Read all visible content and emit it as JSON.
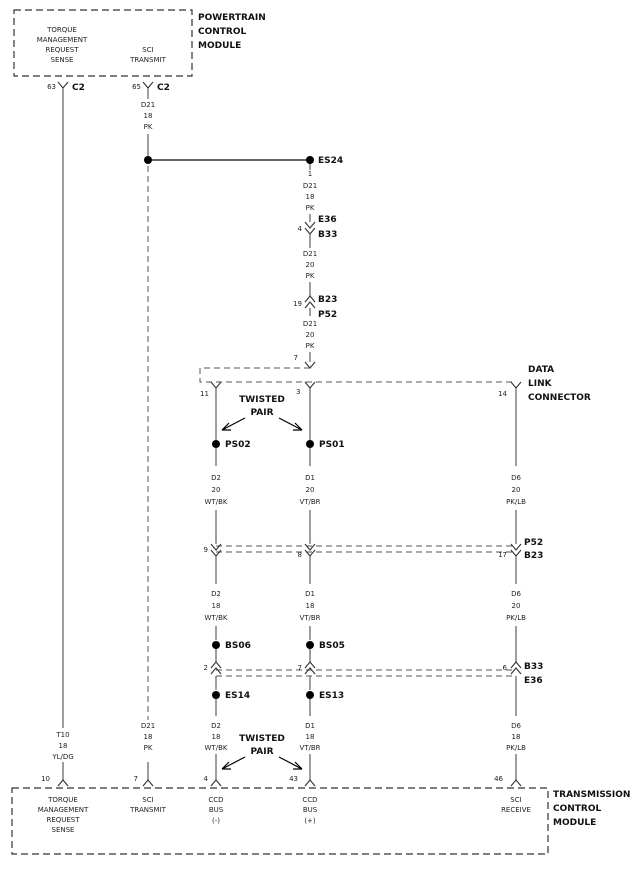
{
  "pcm": {
    "title": [
      "POWERTRAIN",
      "CONTROL",
      "MODULE"
    ],
    "torque_label": [
      "TORQUE",
      "MANAGEMENT",
      "REQUEST",
      "SENSE"
    ],
    "sci_label": [
      "SCI",
      "TRANSMIT"
    ],
    "pin_63": "63",
    "pin_65": "65",
    "conn_c2a": "C2",
    "conn_c2b": "C2",
    "wire_sci": [
      "D21",
      "18",
      "PK"
    ]
  },
  "splice_es24": "ES24",
  "upper_chain": {
    "pin_1": "1",
    "w1": [
      "D21",
      "18",
      "PK"
    ],
    "pin_4": "4",
    "conn_e36": "E36",
    "conn_b33": "B33",
    "w2": [
      "D21",
      "20",
      "PK"
    ],
    "pin_19": "19",
    "conn_b23": "B23",
    "conn_p52": "P52",
    "w3": [
      "D21",
      "20",
      "PK"
    ],
    "pin_7": "7"
  },
  "dlc": {
    "title": [
      "DATA",
      "LINK",
      "CONNECTOR"
    ],
    "pin_11": "11",
    "pin_3": "3",
    "pin_14": "14"
  },
  "twisted_pair_top": [
    "TWISTED",
    "PAIR"
  ],
  "twisted_pair_bottom": [
    "TWISTED",
    "PAIR"
  ],
  "splices": {
    "ps02": "PS02",
    "ps01": "PS01",
    "bs06": "BS06",
    "bs05": "BS05",
    "es14": "ES14",
    "es13": "ES13"
  },
  "wires": {
    "d2_a": [
      "D2",
      "20",
      "WT/BK"
    ],
    "d1_a": [
      "D1",
      "20",
      "VT/BR"
    ],
    "d6_a": [
      "D6",
      "20",
      "PK/LB"
    ],
    "d2_b": [
      "D2",
      "18",
      "WT/BK"
    ],
    "d1_b": [
      "D1",
      "18",
      "VT/BR"
    ],
    "d6_b": [
      "D6",
      "20",
      "PK/LB"
    ],
    "d2_c": [
      "D2",
      "18",
      "WT/BK"
    ],
    "d1_c": [
      "D1",
      "18",
      "VT/BR"
    ],
    "d6_c": [
      "D6",
      "18",
      "PK/LB"
    ],
    "t10": [
      "T10",
      "18",
      "YL/DG"
    ],
    "d21_c": [
      "D21",
      "18",
      "PK"
    ]
  },
  "mid_conn": {
    "pin_9": "9",
    "pin_8": "8",
    "pin_17": "17",
    "conn_p52": "P52",
    "conn_b23": "B23"
  },
  "low_conn": {
    "pin_2": "2",
    "pin_7": "7",
    "pin_6": "6",
    "conn_b33": "B33",
    "conn_e36": "E36"
  },
  "tcm": {
    "title": [
      "TRANSMISSION",
      "CONTROL",
      "MODULE"
    ],
    "pin_10": "10",
    "pin_7": "7",
    "pin_4": "4",
    "pin_43": "43",
    "pin_46": "46",
    "torque_label": [
      "TORQUE",
      "MANAGEMENT",
      "REQUEST",
      "SENSE"
    ],
    "sci_transmit": [
      "SCI",
      "TRANSMIT"
    ],
    "ccd_minus": [
      "CCD",
      "BUS",
      "(-)"
    ],
    "ccd_plus": [
      "CCD",
      "BUS",
      "(+)"
    ],
    "sci_receive": [
      "SCI",
      "RECEIVE"
    ]
  }
}
